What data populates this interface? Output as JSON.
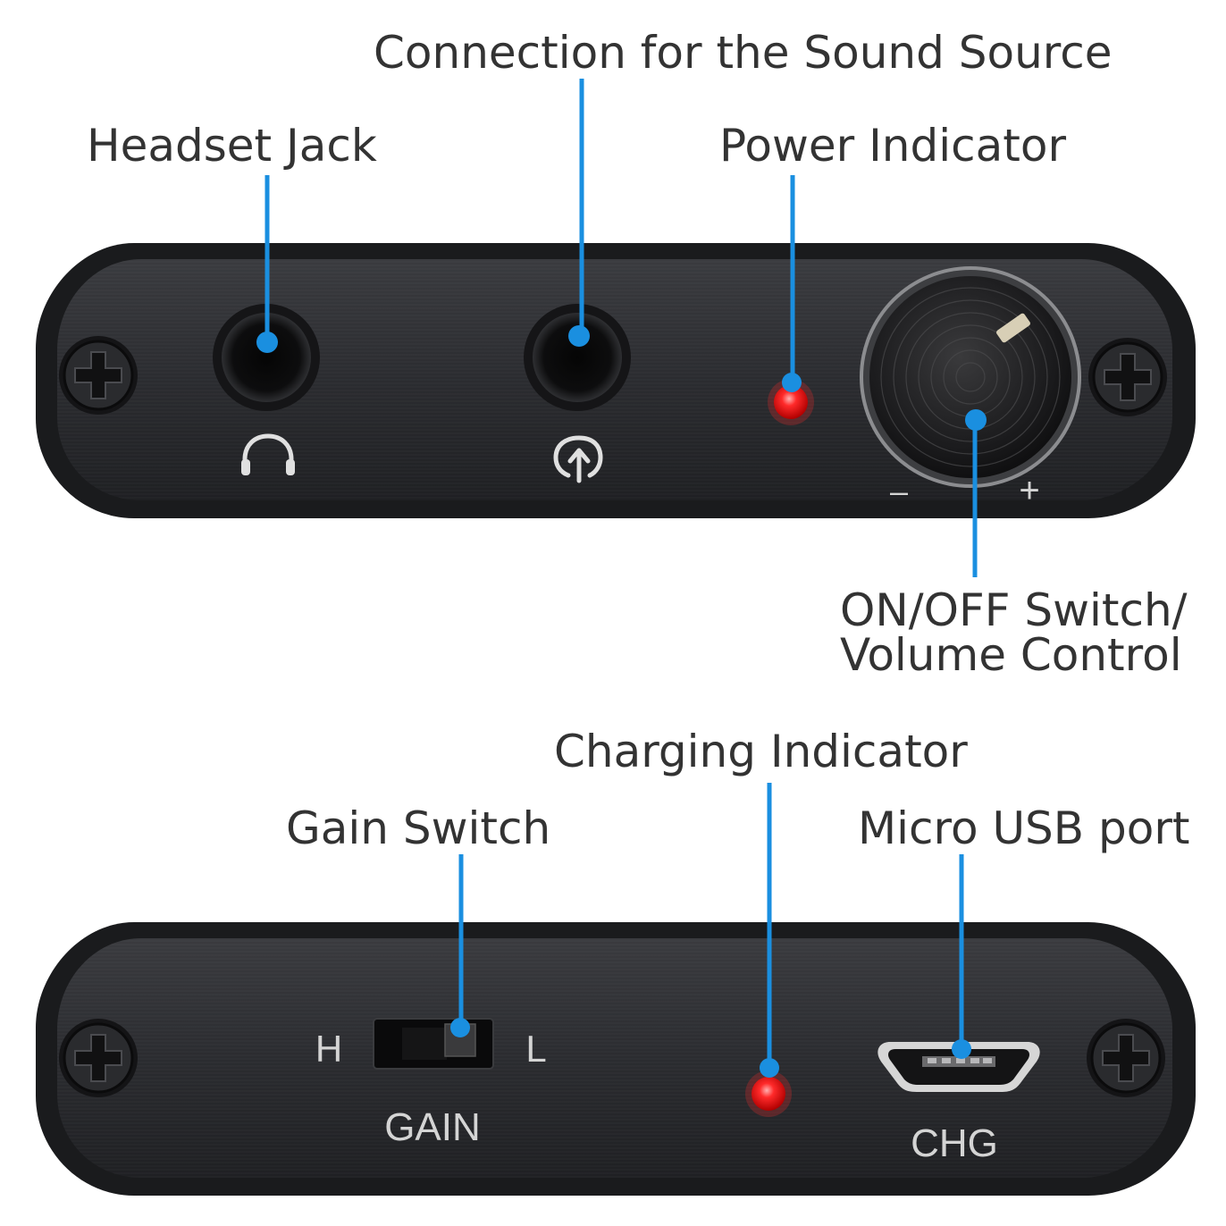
{
  "front_panel": {
    "callouts": {
      "sound_source": "Connection for the Sound Source",
      "headset_jack": "Headset Jack",
      "power_indicator": "Power Indicator",
      "volume_line1": "ON/OFF Switch/",
      "volume_line2": "Volume Control"
    },
    "knob_minus": "–",
    "knob_plus": "+"
  },
  "back_panel": {
    "callouts": {
      "charging_indicator": "Charging Indicator",
      "gain_switch": "Gain Switch",
      "micro_usb": "Micro USB port"
    },
    "gain_high": "H",
    "gain_low": "L",
    "gain_label": "GAIN",
    "usb_label": "CHG"
  },
  "colors": {
    "callout_line": "#1a8fe0",
    "led": "#ff2a2a",
    "panel": "#2a2b2e"
  },
  "icons": [
    "headphones-icon",
    "input-arrow-icon",
    "screw-icon"
  ]
}
